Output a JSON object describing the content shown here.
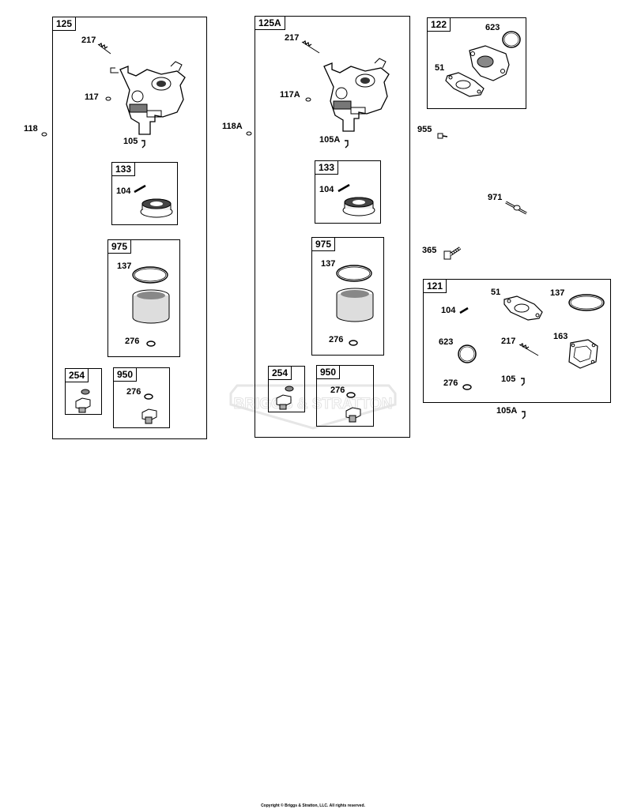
{
  "assemblies": {
    "a125": {
      "tag": "125",
      "parts": [
        "217",
        "117",
        "105"
      ]
    },
    "a125A": {
      "tag": "125A",
      "parts": [
        "217",
        "117A",
        "105A"
      ]
    },
    "kit133": {
      "tag": "133",
      "part": "104"
    },
    "kit975": {
      "tag": "975",
      "parts": [
        "137",
        "276"
      ]
    },
    "kit254": {
      "tag": "254"
    },
    "kit950": {
      "tag": "950",
      "part": "276"
    },
    "kit122": {
      "tag": "122",
      "parts": [
        "623",
        "51"
      ]
    },
    "kit121": {
      "tag": "121",
      "parts": [
        "51",
        "137",
        "104",
        "623",
        "217",
        "163",
        "276",
        "105"
      ]
    }
  },
  "loose_parts": {
    "p118": "118",
    "p118A": "118A",
    "p955": "955",
    "p971": "971",
    "p365": "365",
    "p105A": "105A"
  },
  "watermark": "BRIGGS & STRATTON",
  "copyright": "Copyright © Briggs & Stratton, LLC. All rights reserved."
}
